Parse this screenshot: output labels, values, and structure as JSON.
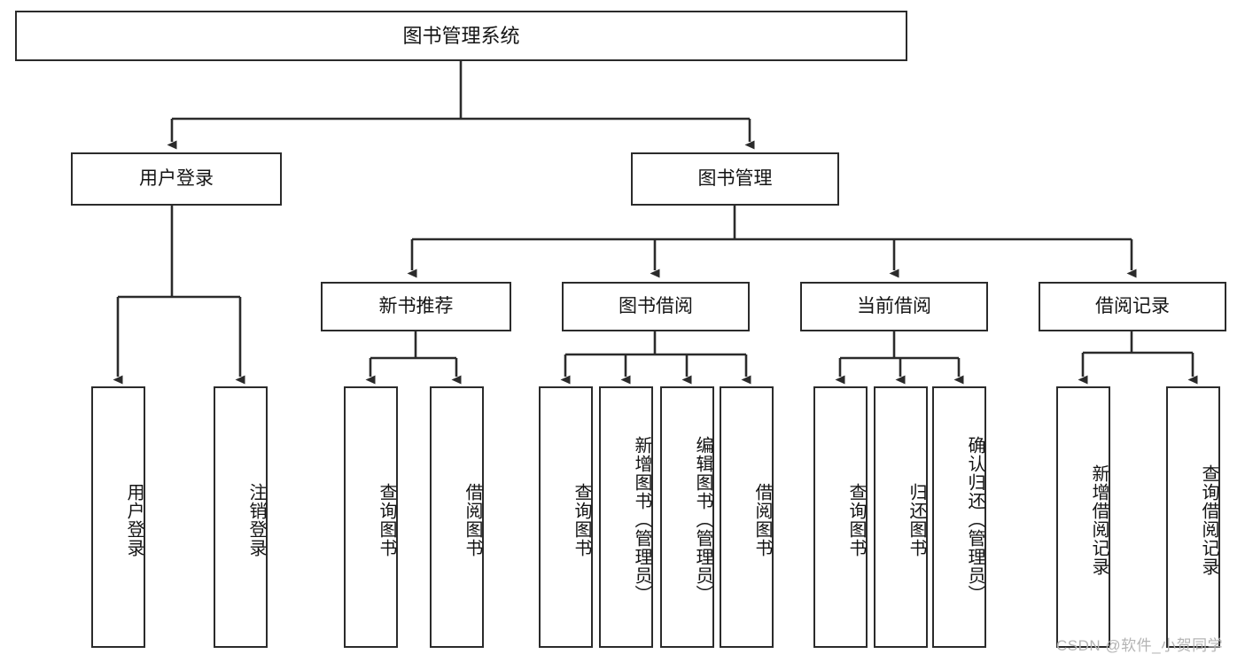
{
  "diagram": {
    "title": "图书管理系统",
    "type": "hierarchy-tree",
    "root": {
      "id": "root",
      "label": "图书管理系统"
    },
    "level2": [
      {
        "id": "user-login",
        "label": "用户登录"
      },
      {
        "id": "book-manage",
        "label": "图书管理"
      }
    ],
    "level3": [
      {
        "id": "new-book-rec",
        "label": "新书推荐",
        "parent": "book-manage"
      },
      {
        "id": "book-borrow",
        "label": "图书借阅",
        "parent": "book-manage"
      },
      {
        "id": "current-borrow",
        "label": "当前借阅",
        "parent": "book-manage"
      },
      {
        "id": "borrow-record",
        "label": "借阅记录",
        "parent": "book-manage"
      }
    ],
    "leaves": [
      {
        "id": "leaf-user-login",
        "label": "用户登录",
        "parent": "user-login"
      },
      {
        "id": "leaf-logout",
        "label": "注销登录",
        "parent": "user-login"
      },
      {
        "id": "leaf-query-book-1",
        "label": "查询图书",
        "parent": "new-book-rec"
      },
      {
        "id": "leaf-borrow-book-1",
        "label": "借阅图书",
        "parent": "new-book-rec"
      },
      {
        "id": "leaf-query-book-2",
        "label": "查询图书",
        "parent": "book-borrow"
      },
      {
        "id": "leaf-add-book",
        "label": "新增图书（管理员）",
        "parent": "book-borrow"
      },
      {
        "id": "leaf-edit-book",
        "label": "编辑图书（管理员）",
        "parent": "book-borrow"
      },
      {
        "id": "leaf-borrow-book-2",
        "label": "借阅图书",
        "parent": "book-borrow"
      },
      {
        "id": "leaf-query-book-3",
        "label": "查询图书",
        "parent": "current-borrow"
      },
      {
        "id": "leaf-return-book",
        "label": "归还图书",
        "parent": "current-borrow"
      },
      {
        "id": "leaf-confirm-return",
        "label": "确认归还（管理员）",
        "parent": "current-borrow"
      },
      {
        "id": "leaf-add-record",
        "label": "新增借阅记录",
        "parent": "borrow-record"
      },
      {
        "id": "leaf-query-record",
        "label": "查询借阅记录",
        "parent": "borrow-record"
      }
    ],
    "watermark": "CSDN @软件_小贺同学",
    "colors": {
      "stroke": "#2b2b2b",
      "text": "#141414",
      "background": "#ffffff",
      "watermark": "#b4b4b4"
    }
  }
}
